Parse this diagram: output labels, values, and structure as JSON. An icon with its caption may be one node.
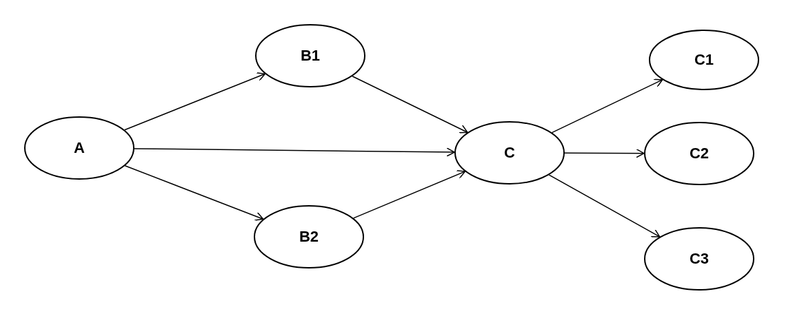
{
  "diagram": {
    "nodes": [
      {
        "text": [
          "A"
        ]
      },
      {
        "text": [
          "B1"
        ]
      },
      {
        "text": [
          "B2"
        ]
      },
      {
        "text": [
          "C"
        ]
      },
      {
        "text": [
          "C1"
        ]
      },
      {
        "text": [
          "C2"
        ]
      },
      {
        "text": [
          "C3"
        ]
      }
    ],
    "edges": [
      {
        "from": 0,
        "to": 1,
        "arrow": "to"
      },
      {
        "from": 0,
        "to": 3,
        "arrow": "to"
      },
      {
        "from": 0,
        "to": 2,
        "arrow": "to"
      },
      {
        "from": 1,
        "to": 3,
        "arrow": "to"
      },
      {
        "from": 2,
        "to": 3,
        "arrow": "to"
      },
      {
        "from": 3,
        "to": 4,
        "arrow": "to"
      },
      {
        "from": 3,
        "to": 5,
        "arrow": "to"
      },
      {
        "from": 3,
        "to": 6,
        "arrow": "to"
      }
    ]
  }
}
